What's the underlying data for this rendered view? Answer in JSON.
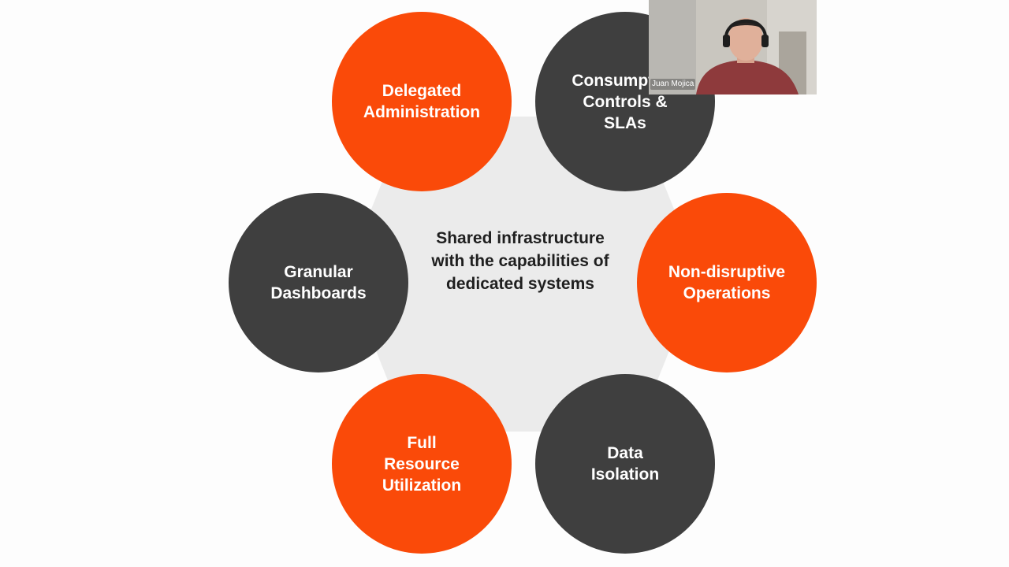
{
  "diagram": {
    "center_label": "Shared infrastructure\nwith the capabilities of\ndedicated systems",
    "nodes": [
      {
        "id": "delegated",
        "label": "Delegated\nAdministration",
        "color": "#fa4a09"
      },
      {
        "id": "consumption",
        "label": "Consumption\nControls &\nSLAs",
        "color": "#3f3f3f"
      },
      {
        "id": "granular",
        "label": "Granular\nDashboards",
        "color": "#3f3f3f"
      },
      {
        "id": "nondisruptive",
        "label": "Non-disruptive\nOperations",
        "color": "#fa4a09"
      },
      {
        "id": "full",
        "label": "Full\nResource\nUtilization",
        "color": "#fa4a09"
      },
      {
        "id": "data",
        "label": "Data\nIsolation",
        "color": "#3f3f3f"
      }
    ],
    "hexagon_color": "#ebebeb"
  },
  "video": {
    "speaker_name": "Juan Mojica"
  }
}
